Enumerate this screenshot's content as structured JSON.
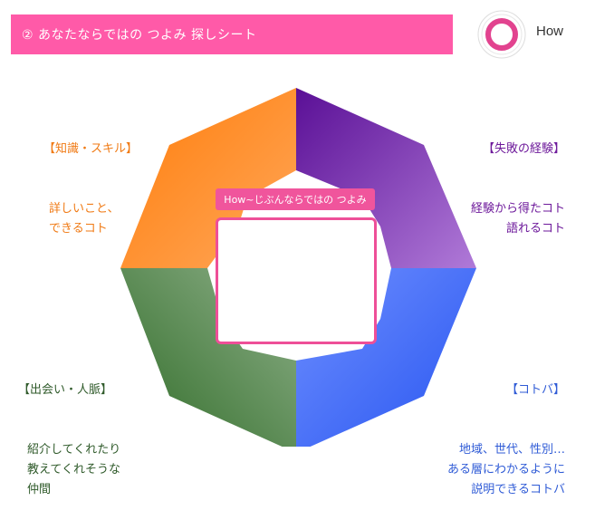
{
  "title": "② あなたならではの つよみ 探しシート",
  "badge": {
    "label": "How"
  },
  "center": {
    "tag": "How~じぶんならではの つよみ"
  },
  "sections": {
    "knowledge": {
      "heading": "【知識・スキル】",
      "lines": "詳しいこと、\nできるコト"
    },
    "failure": {
      "heading": "【失敗の経験】",
      "lines": "経験から得たコト\n語れるコト"
    },
    "network": {
      "heading": "【出会い・人脈】",
      "lines": "紹介してくれたり\n教えてくれそうな\n仲間"
    },
    "kotoba": {
      "heading": "【コトバ】",
      "lines": "地域、世代、性別…\nある層にわかるように\n説明できるコトバ"
    }
  },
  "colors": {
    "title_bar": "#ff5aa8",
    "knowledge": "#f07a14",
    "failure": "#6e1a9b",
    "network": "#2f5a2a",
    "kotoba": "#2f5bd6",
    "accent": "#ee4f98"
  }
}
